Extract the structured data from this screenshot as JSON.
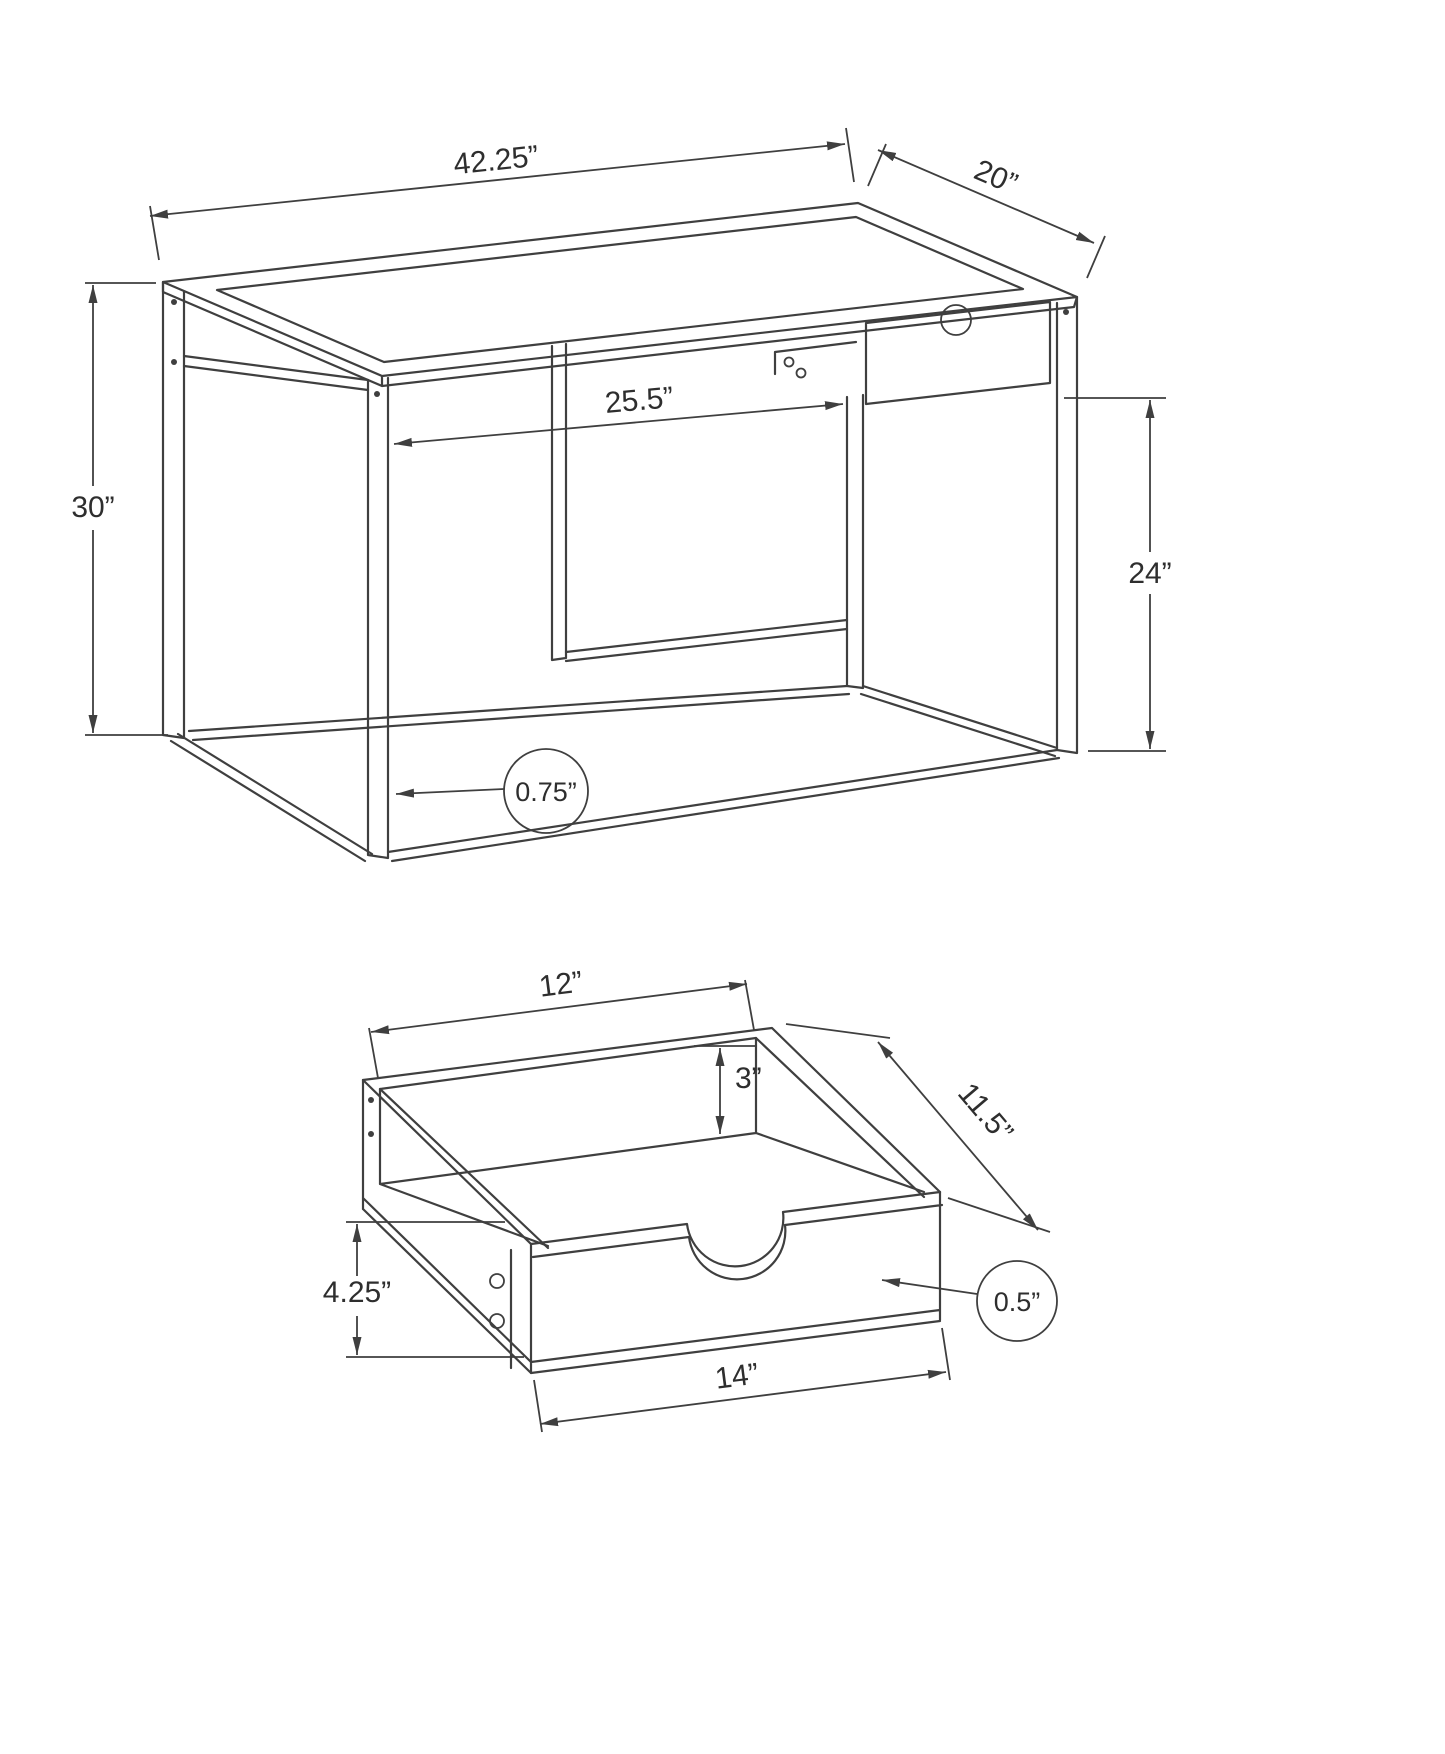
{
  "colors": {
    "background": "#ffffff",
    "line": "#3f3f3f",
    "text": "#2e2e2e"
  },
  "desk": {
    "title": "desk-overall-dimension-drawing",
    "labels": {
      "width": "42.25”",
      "depth": "20”",
      "height": "30”",
      "opening_width": "25.5”",
      "opening_height": "24”",
      "frame_thickness": "0.75”"
    }
  },
  "drawer": {
    "title": "drawer-dimension-drawing",
    "labels": {
      "inner_width": "12”",
      "inner_height": "3”",
      "side_depth": "11.5”",
      "front_height": "4.25”",
      "panel_thickness": "0.5”",
      "front_width": "14”"
    }
  }
}
